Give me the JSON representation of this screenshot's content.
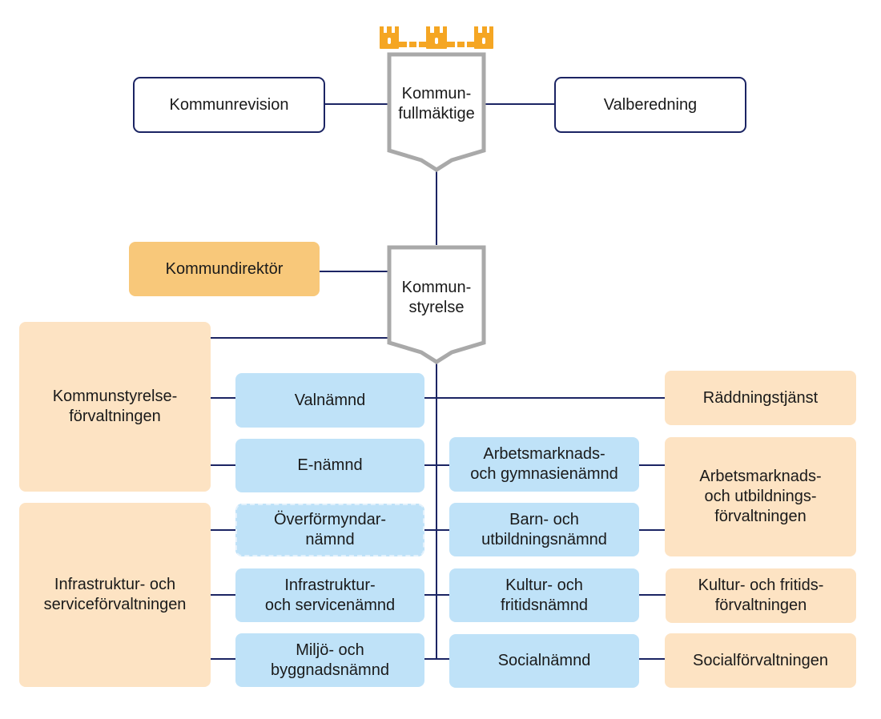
{
  "colors": {
    "line": "#1b2463",
    "shield_border": "#a9a9a9",
    "crown": "#f5a623",
    "orange_box": "#f8c87a",
    "peach_box": "#fde3c3",
    "blue_box": "#bfe2f8"
  },
  "logo": {
    "name": "castle-crown-icon"
  },
  "top": {
    "kommunrevision": "Kommunrevision",
    "fullmaktige": "Kommun-\nfullmäktige",
    "valberedning": "Valberedning"
  },
  "middle": {
    "kommundirektor": "Kommundirektör",
    "kommunstyrelse": "Kommun-\nstyrelse"
  },
  "left": {
    "ks_forvaltningen": "Kommunstyrelse-\nförvaltningen",
    "infrastruktur_forvaltningen": "Infrastruktur- och\nserviceförvaltningen"
  },
  "committees_left": {
    "valnamnd": "Valnämnd",
    "e_namnd": "E-nämnd",
    "overformyndar": "Överförmyndar-\nnämnd",
    "infrastruktur_namnd": "Infrastruktur-\noch servicenämnd",
    "miljo": "Miljö- och\nbyggnadsnämnd"
  },
  "committees_right": {
    "arbetsmarknad": "Arbetsmarknads-\noch gymnasienämnd",
    "barn": "Barn- och\nutbildningsnämnd",
    "kultur": "Kultur- och\nfritidsnämnd",
    "social": "Socialnämnd"
  },
  "right": {
    "raddning": "Räddningstjänst",
    "arbetsmarknad_forvaltningen": "Arbetsmarknads-\noch utbildnings-\nförvaltningen",
    "kultur_forvaltningen": "Kultur- och fritids-\nförvaltningen",
    "social_forvaltningen": "Socialförvaltningen"
  }
}
